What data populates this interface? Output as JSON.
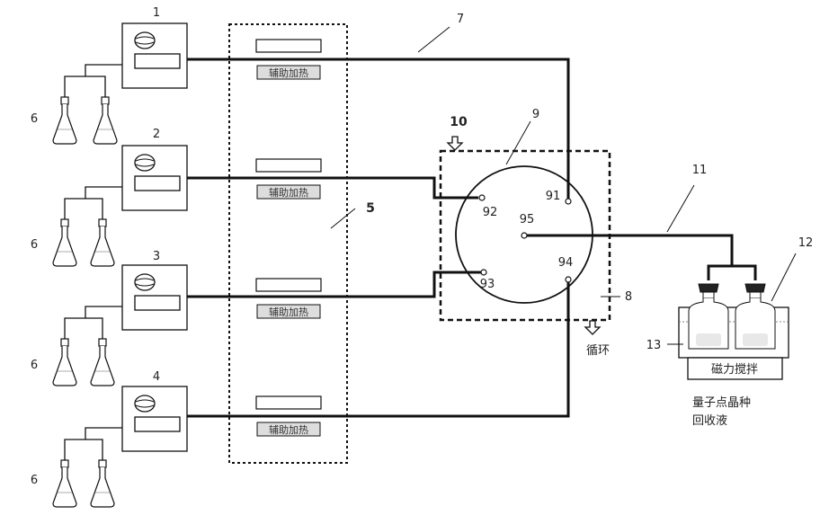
{
  "labels": {
    "pump_1": "1",
    "pump_2": "2",
    "pump_3": "3",
    "pump_4": "4",
    "flask_6a": "6",
    "flask_6b": "6",
    "flask_6c": "6",
    "flask_6d": "6",
    "heater_5": "5",
    "tube_7": "7",
    "chamber_8": "8",
    "disk_9": "9",
    "chamber_10": "10",
    "tube_11": "11",
    "bottle_12": "12",
    "bath_13": "13",
    "port_91": "91",
    "port_92": "92",
    "port_93": "93",
    "port_94": "94",
    "port_95": "95"
  },
  "heater_label": "辅助加热",
  "cycle_label": "循环",
  "stir_label": "磁力搅拌",
  "recovery_line1": "量子点晶种",
  "recovery_line2": "回收液",
  "colors": {
    "line": "#111111",
    "heater_fill": "#dddddd",
    "bottle_cap": "#222222"
  }
}
